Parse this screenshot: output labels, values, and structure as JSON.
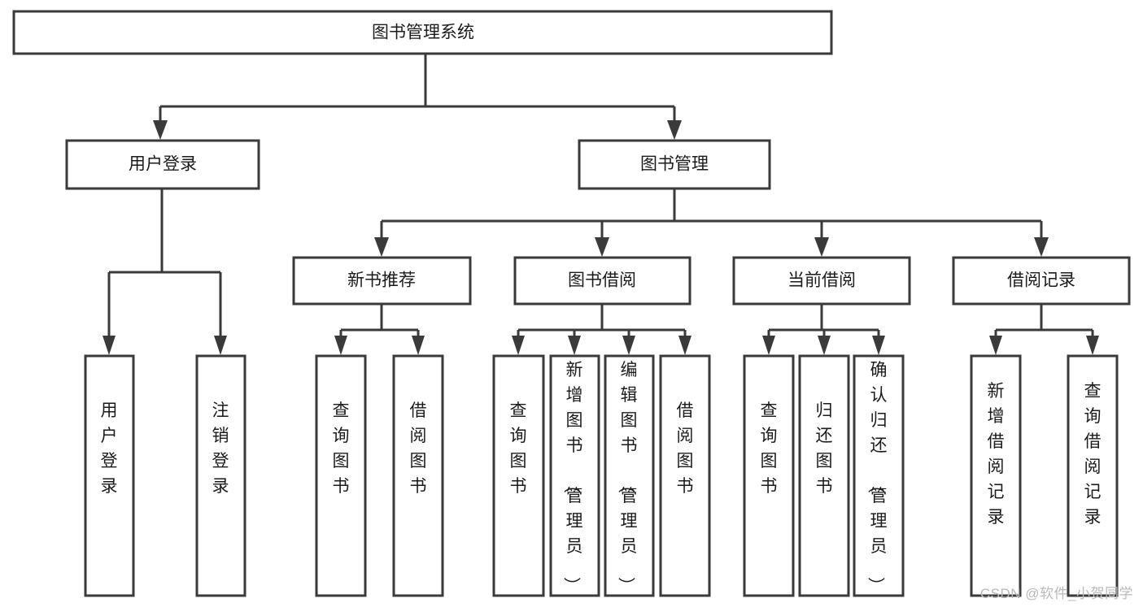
{
  "diagram": {
    "type": "tree",
    "title": "图书管理系统",
    "style": {
      "box_fill": "#ffffff",
      "box_stroke": "#3a3a3a",
      "text_color": "#1b1b1b",
      "background": "#ffffff",
      "watermark_color": "#b9b9b9"
    },
    "root": {
      "id": "root",
      "label": "图书管理系统"
    },
    "level1": [
      {
        "id": "user-login",
        "label": "用户登录"
      },
      {
        "id": "book-manage",
        "label": "图书管理"
      }
    ],
    "level2": [
      {
        "id": "new-book-recommend",
        "label": "新书推荐",
        "parent": "book-manage"
      },
      {
        "id": "book-borrow",
        "label": "图书借阅",
        "parent": "book-manage"
      },
      {
        "id": "current-borrow",
        "label": "当前借阅",
        "parent": "book-manage"
      },
      {
        "id": "borrow-record",
        "label": "借阅记录",
        "parent": "book-manage"
      }
    ],
    "leaves": {
      "user-login": [
        {
          "id": "leaf-user-login",
          "label": "用户登录"
        },
        {
          "id": "leaf-user-logout",
          "label": "注销登录"
        }
      ],
      "new-book-recommend": [
        {
          "id": "leaf-query-book-1",
          "label": "查询图书"
        },
        {
          "id": "leaf-borrow-book-1",
          "label": "借阅图书"
        }
      ],
      "book-borrow": [
        {
          "id": "leaf-query-book-2",
          "label": "查询图书"
        },
        {
          "id": "leaf-add-book",
          "label": "新增图书（管理员）"
        },
        {
          "id": "leaf-edit-book",
          "label": "编辑图书（管理员）"
        },
        {
          "id": "leaf-borrow-book-2",
          "label": "借阅图书"
        }
      ],
      "current-borrow": [
        {
          "id": "leaf-query-book-3",
          "label": "查询图书"
        },
        {
          "id": "leaf-return-book",
          "label": "归还图书"
        },
        {
          "id": "leaf-confirm-return",
          "label": "确认归还（管理员）"
        }
      ],
      "borrow-record": [
        {
          "id": "leaf-add-record",
          "label": "新增借阅记录"
        },
        {
          "id": "leaf-query-record",
          "label": "查询借阅记录"
        }
      ]
    }
  },
  "watermark": {
    "text": "CSDN @软件_小贺同学"
  }
}
